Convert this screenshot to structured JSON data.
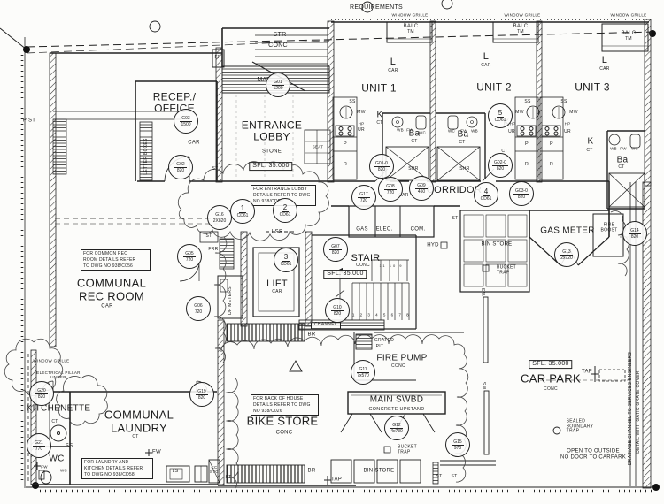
{
  "misc": {
    "requirements": "REQUIREMENTS",
    "window_grille": "WINDOW GRILLE",
    "balc": "BALC",
    "tm": "TM",
    "str": "STR",
    "conc": "CONC",
    "mat": "MAT",
    "stone": "STONE",
    "seat": "SEAT",
    "sfl": "SFL. 35.000",
    "lss": "LSS",
    "fp": "FP",
    "car": "CAR",
    "ct": "CT",
    "p_st": "P ST",
    "st": "ST",
    "frr": "FRR",
    "letter_boxes": "LETTER BOXES",
    "dp_meters": "DP METERS",
    "corridor": "CORRIDOR",
    "gas": "GAS",
    "elec": "ELEC.",
    "com": "COM.",
    "hyd": "HYD",
    "bin_store": "BIN STORE",
    "bucket": "BUCKET",
    "trap": "TRAP",
    "channel": "CHANNEL",
    "grated": "GRATED",
    "pit": "PIT",
    "br": "BR",
    "tap": "TAP",
    "ws": "WS",
    "ls": "LS",
    "cc": "CC",
    "stg": "STG",
    "wc": "WC",
    "fw": "FW",
    "fw_plus": "+FW",
    "ss": "SS",
    "stair_nums_lower": "1 2 3 4 5 6 7 8",
    "stair_nums_upper": "11 10 9"
  },
  "rooms": {
    "recep1": "RECEP./",
    "recep2": "OFFICE",
    "lobby1": "ENTRANCE",
    "lobby2": "LOBBY",
    "unit1": "UNIT 1",
    "unit2": "UNIT 2",
    "unit3": "UNIT 3",
    "living": "L",
    "kitchen": "K",
    "bath": "Ba",
    "shower": "SHR",
    "stair": "STAIR",
    "lift": "LIFT",
    "rec1": "COMMUNAL",
    "rec2": "REC ROOM",
    "kitchenette": "KITCHENETTE",
    "laundry1": "COMMUNAL",
    "laundry2": "LAUNDRY",
    "bike": "BIKE STORE",
    "fire_pump": "FIRE PUMP",
    "main_swbd": "MAIN SWBD",
    "concrete_upstand": "CONCRETE UPSTAND",
    "gas_meter": "GAS METER",
    "fire_boost1": "FIRE",
    "fire_boost2": "BOOST",
    "car_park": "CAR PARK"
  },
  "fixtures": {
    "wb": "WB",
    "mw": "MW",
    "hp": "HP",
    "ur": "UR",
    "p": "P",
    "r": "R"
  },
  "tags": {
    "g01": {
      "t": "G01",
      "b": "1200"
    },
    "g02": {
      "t": "G02",
      "b": "820"
    },
    "g03": {
      "t": "G03",
      "b": "1500"
    },
    "g05": {
      "t": "G05",
      "b": "720"
    },
    "g06": {
      "t": "G06",
      "b": "720"
    },
    "g07": {
      "t": "G07",
      "b": "820"
    },
    "g08": {
      "t": "G08",
      "b": "720"
    },
    "g09": {
      "t": "G09",
      "b": "450"
    },
    "g10": {
      "t": "G10",
      "b": "820"
    },
    "g11": {
      "t": "G11",
      "b": "7x570"
    },
    "g12": {
      "t": "G12",
      "b": "4x730"
    },
    "g13": {
      "t": "G13",
      "b": "2x720"
    },
    "g14": {
      "t": "G14",
      "b": "820"
    },
    "g15": {
      "t": "G15",
      "b": "970"
    },
    "g16": {
      "t": "G16",
      "b": "2X820"
    },
    "g17": {
      "t": "G17",
      "b": "720"
    },
    "g19": {
      "t": "G19",
      "b": "820"
    },
    "g20": {
      "t": "G20",
      "b": "820"
    },
    "g21": {
      "t": "G21",
      "b": "770"
    },
    "c1": {
      "t": "1",
      "b": "CD61"
    },
    "c2": {
      "t": "2",
      "b": "CD61"
    },
    "c3": {
      "t": "3",
      "b": "CD61"
    },
    "c4": {
      "t": "4",
      "b": "CD61"
    },
    "c5": {
      "t": "5",
      "b": "CD61"
    },
    "u1": {
      "t": "G01-0",
      "b": "820"
    },
    "u2": {
      "t": "G02-0",
      "b": "820"
    },
    "u3": {
      "t": "G03-0",
      "b": "820"
    }
  },
  "notes": {
    "lobby": [
      "FOR ENTRANCE LOBBY",
      "DETAILS REFER TO DWG",
      "NO 938/CD50"
    ],
    "rec": [
      "FOR COMMON REC",
      "ROOM DETAILS REFER",
      "TO DWG NO 938/C056"
    ],
    "boh": [
      "FOR BACK OF HOUSE",
      "DETAILS REFER TO DWG",
      "NO 938/C026"
    ],
    "laundry": [
      "FOR LAUNDRY AND",
      "KITCHEN DETAILS REFER",
      "TO DWG NO 938/CD58"
    ]
  },
  "annotations": {
    "electrical_pillar1": "ELECTRICAL PILLAR",
    "electrical_pillar2": "UNDER",
    "sealed1": "SEALED",
    "sealed2": "BOUNDARY",
    "sealed3": "TRAP",
    "open1": "OPEN TO OUTSIDE",
    "open2": "NO DOOR TO CARPARK",
    "drainage1": "DRAINAGE CHANNEL TO SERVICES ENGINEERS",
    "drainage2": "DETAIL WITH GATIC GRATE COVER"
  }
}
